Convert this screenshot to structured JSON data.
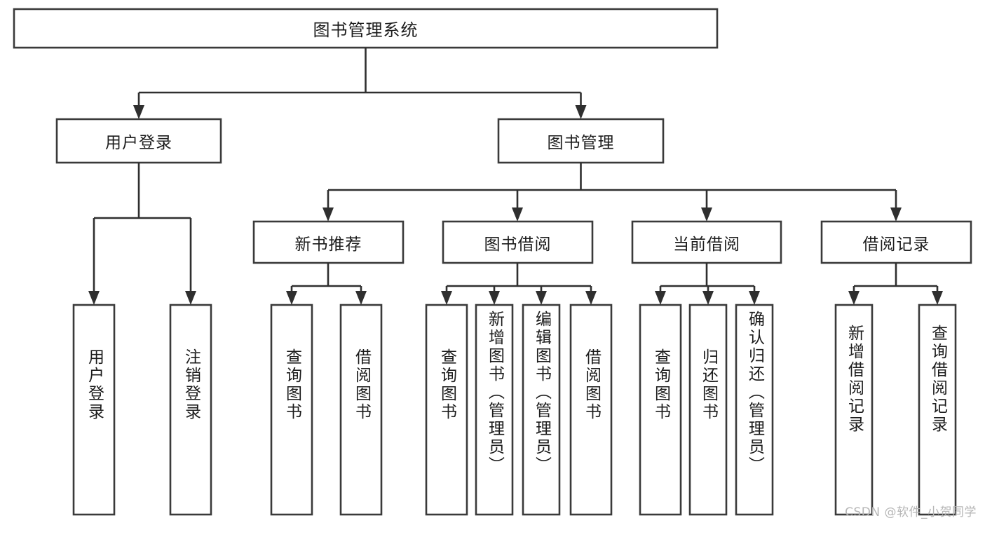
{
  "diagram": {
    "type": "tree-hierarchy",
    "title": "图书管理系统",
    "watermark": "CSDN @软件_小贺同学",
    "colors": {
      "box_stroke": "#3a3a3a",
      "box_fill": "#ffffff",
      "edge": "#2f2f2f",
      "text": "#1c1c1c",
      "background": "#ffffff",
      "watermark": "#b6b6b6"
    },
    "root": {
      "label": "图书管理系统",
      "orientation": "horizontal"
    },
    "level2": [
      {
        "label": "用户登录",
        "orientation": "horizontal"
      },
      {
        "label": "图书管理",
        "orientation": "horizontal"
      }
    ],
    "level3": [
      {
        "label": "新书推荐",
        "orientation": "horizontal",
        "parent": "图书管理"
      },
      {
        "label": "图书借阅",
        "orientation": "horizontal",
        "parent": "图书管理"
      },
      {
        "label": "当前借阅",
        "orientation": "horizontal",
        "parent": "图书管理"
      },
      {
        "label": "借阅记录",
        "orientation": "horizontal",
        "parent": "图书管理"
      }
    ],
    "leaves": [
      {
        "label": "用户登录",
        "orientation": "vertical",
        "parent": "用户登录"
      },
      {
        "label": "注销登录",
        "orientation": "vertical",
        "parent": "用户登录"
      },
      {
        "label": "查询图书",
        "orientation": "vertical",
        "parent": "新书推荐"
      },
      {
        "label": "借阅图书",
        "orientation": "vertical",
        "parent": "新书推荐"
      },
      {
        "label": "查询图书",
        "orientation": "vertical",
        "parent": "图书借阅"
      },
      {
        "label": "新增图书（管理员）",
        "orientation": "vertical",
        "parent": "图书借阅"
      },
      {
        "label": "编辑图书（管理员）",
        "orientation": "vertical",
        "parent": "图书借阅"
      },
      {
        "label": "借阅图书",
        "orientation": "vertical",
        "parent": "图书借阅"
      },
      {
        "label": "查询图书",
        "orientation": "vertical",
        "parent": "当前借阅"
      },
      {
        "label": "归还图书",
        "orientation": "vertical",
        "parent": "当前借阅"
      },
      {
        "label": "确认归还（管理员）",
        "orientation": "vertical",
        "parent": "当前借阅"
      },
      {
        "label": "新增借阅记录",
        "orientation": "vertical",
        "parent": "借阅记录"
      },
      {
        "label": "查询借阅记录",
        "orientation": "vertical",
        "parent": "借阅记录"
      }
    ]
  }
}
